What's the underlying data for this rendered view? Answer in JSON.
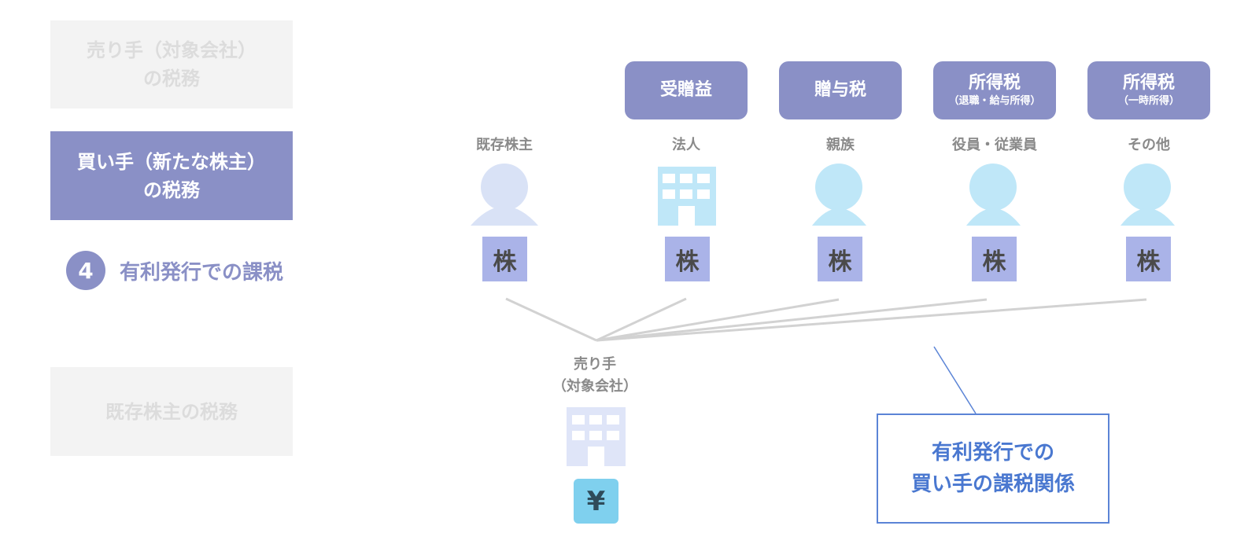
{
  "sidebar": {
    "tabs": [
      {
        "line1": "売り手（対象会社）",
        "line2": "の税務",
        "state": "inactive"
      },
      {
        "line1": "買い手（新たな株主）",
        "line2": "の税務",
        "state": "active"
      },
      {
        "line1": "既存株主の税務",
        "state": "inactive"
      }
    ],
    "step": {
      "number": "4",
      "label": "有利発行での課税"
    }
  },
  "tax_types": [
    {
      "main": "受贈益",
      "sub": ""
    },
    {
      "main": "贈与税",
      "sub": ""
    },
    {
      "main": "所得税",
      "sub": "（退職・給与所得）"
    },
    {
      "main": "所得税",
      "sub": "（一時所得）"
    }
  ],
  "holders": [
    {
      "label": "既存株主",
      "icon": "person-icon"
    },
    {
      "label": "法人",
      "icon": "building-icon"
    },
    {
      "label": "親族",
      "icon": "person-icon"
    },
    {
      "label": "役員・従業員",
      "icon": "person-icon"
    },
    {
      "label": "その他",
      "icon": "person-icon"
    }
  ],
  "stock_label": "株",
  "seller": {
    "line1": "売り手",
    "line2": "（対象会社）",
    "currency": "¥"
  },
  "callout": {
    "line1": "有利発行での",
    "line2": "買い手の課税関係"
  },
  "colors": {
    "accent": "#8a90c6",
    "stock_tile": "#aab3e8",
    "person_existing": "#d9e2f6",
    "person_other": "#bfe7f8",
    "building_light_blue": "#bfe7f8",
    "building_pale": "#dfe5f8",
    "yen_tile": "#7fd0ee",
    "callout": "#4a78d0"
  }
}
